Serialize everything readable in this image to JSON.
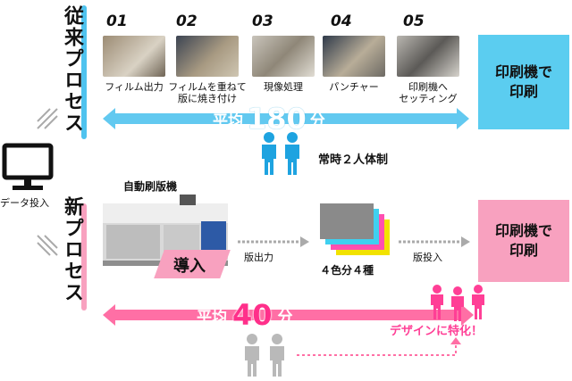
{
  "old_process": {
    "title": "従来プロセス",
    "steps": [
      {
        "num": "01",
        "label": "フィルム出力"
      },
      {
        "num": "02",
        "label": "フィルムを重ねて\n版に焼き付け"
      },
      {
        "num": "03",
        "label": "現像処理"
      },
      {
        "num": "04",
        "label": "パンチャー"
      },
      {
        "num": "05",
        "label": "印刷機へ\nセッティング"
      }
    ],
    "print_box": "印刷機で\n印刷",
    "avg_prefix": "平均",
    "avg_value": "180",
    "avg_unit": "分",
    "staff_note": "常時２人体制"
  },
  "data_input_label": "データ投入",
  "new_process": {
    "title": "新プロセス",
    "machine_label": "自動刷版機",
    "intro_label": "導入",
    "plate_output_label": "版出力",
    "plates_label": "４色分４種",
    "plate_input_label": "版投入",
    "print_box": "印刷機で\n印刷",
    "avg_prefix": "平均",
    "avg_value": "40",
    "avg_unit": "分",
    "design_note": "デザインに特化！"
  },
  "colors": {
    "old_accent": "#4fc3ef",
    "old_box": "#5bcdf0",
    "new_accent": "#ff6fa5",
    "new_box": "#f8a1bf",
    "person_blue": "#1ea3e0",
    "person_pink": "#ff3f96",
    "person_gray": "#b9b9b9"
  }
}
